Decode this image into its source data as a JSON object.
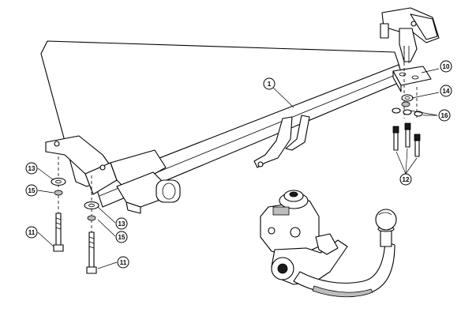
{
  "callouts": {
    "c1": "1",
    "c10": "10",
    "c11a": "11",
    "c11b": "11",
    "c12": "12",
    "c13a": "13",
    "c13b": "13",
    "c14": "14",
    "c15a": "15",
    "c15b": "15",
    "c16": "16"
  }
}
